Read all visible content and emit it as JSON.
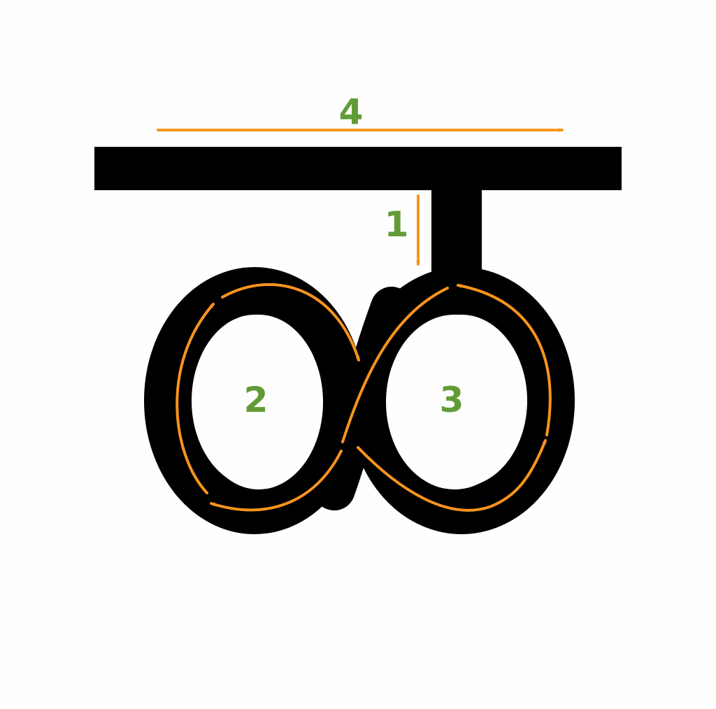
{
  "diagram": {
    "colors": {
      "background": "#fefefe",
      "glyph": "#000000",
      "arrow": "#f7941d",
      "label": "#629b36"
    },
    "steps": [
      {
        "label": "1"
      },
      {
        "label": "2"
      },
      {
        "label": "3"
      },
      {
        "label": "4"
      }
    ]
  }
}
